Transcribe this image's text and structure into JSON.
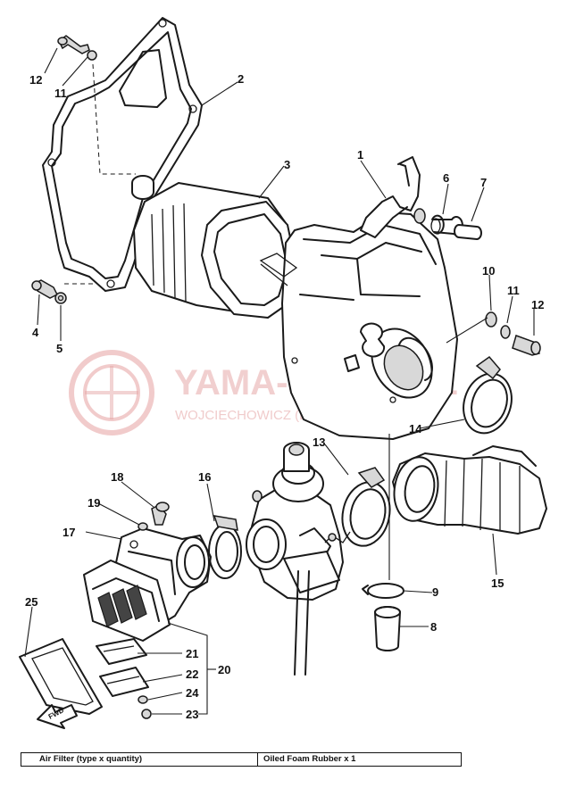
{
  "watermark": {
    "brand": "YAMA-SKLEP.PL",
    "subtitle": "WOJCIECHOWICZ (DEALER YAMAHA)"
  },
  "arrow_label": "FWD",
  "callouts": [
    {
      "id": "1",
      "text": "1"
    },
    {
      "id": "2",
      "text": "2"
    },
    {
      "id": "3",
      "text": "3"
    },
    {
      "id": "4",
      "text": "4"
    },
    {
      "id": "5",
      "text": "5"
    },
    {
      "id": "6",
      "text": "6"
    },
    {
      "id": "7",
      "text": "7"
    },
    {
      "id": "8",
      "text": "8"
    },
    {
      "id": "9",
      "text": "9"
    },
    {
      "id": "10",
      "text": "10"
    },
    {
      "id": "11a",
      "text": "11"
    },
    {
      "id": "11b",
      "text": "11"
    },
    {
      "id": "12a",
      "text": "12"
    },
    {
      "id": "12b",
      "text": "12"
    },
    {
      "id": "13",
      "text": "13"
    },
    {
      "id": "14",
      "text": "14"
    },
    {
      "id": "15",
      "text": "15"
    },
    {
      "id": "16",
      "text": "16"
    },
    {
      "id": "17",
      "text": "17"
    },
    {
      "id": "18",
      "text": "18"
    },
    {
      "id": "19",
      "text": "19"
    },
    {
      "id": "20",
      "text": "20"
    },
    {
      "id": "21",
      "text": "21"
    },
    {
      "id": "22",
      "text": "22"
    },
    {
      "id": "23",
      "text": "23"
    },
    {
      "id": "24",
      "text": "24"
    },
    {
      "id": "25",
      "text": "25"
    }
  ],
  "spec_table": {
    "label": "Air Filter (type x quantity)",
    "value": "Oiled Foam Rubber x 1"
  }
}
